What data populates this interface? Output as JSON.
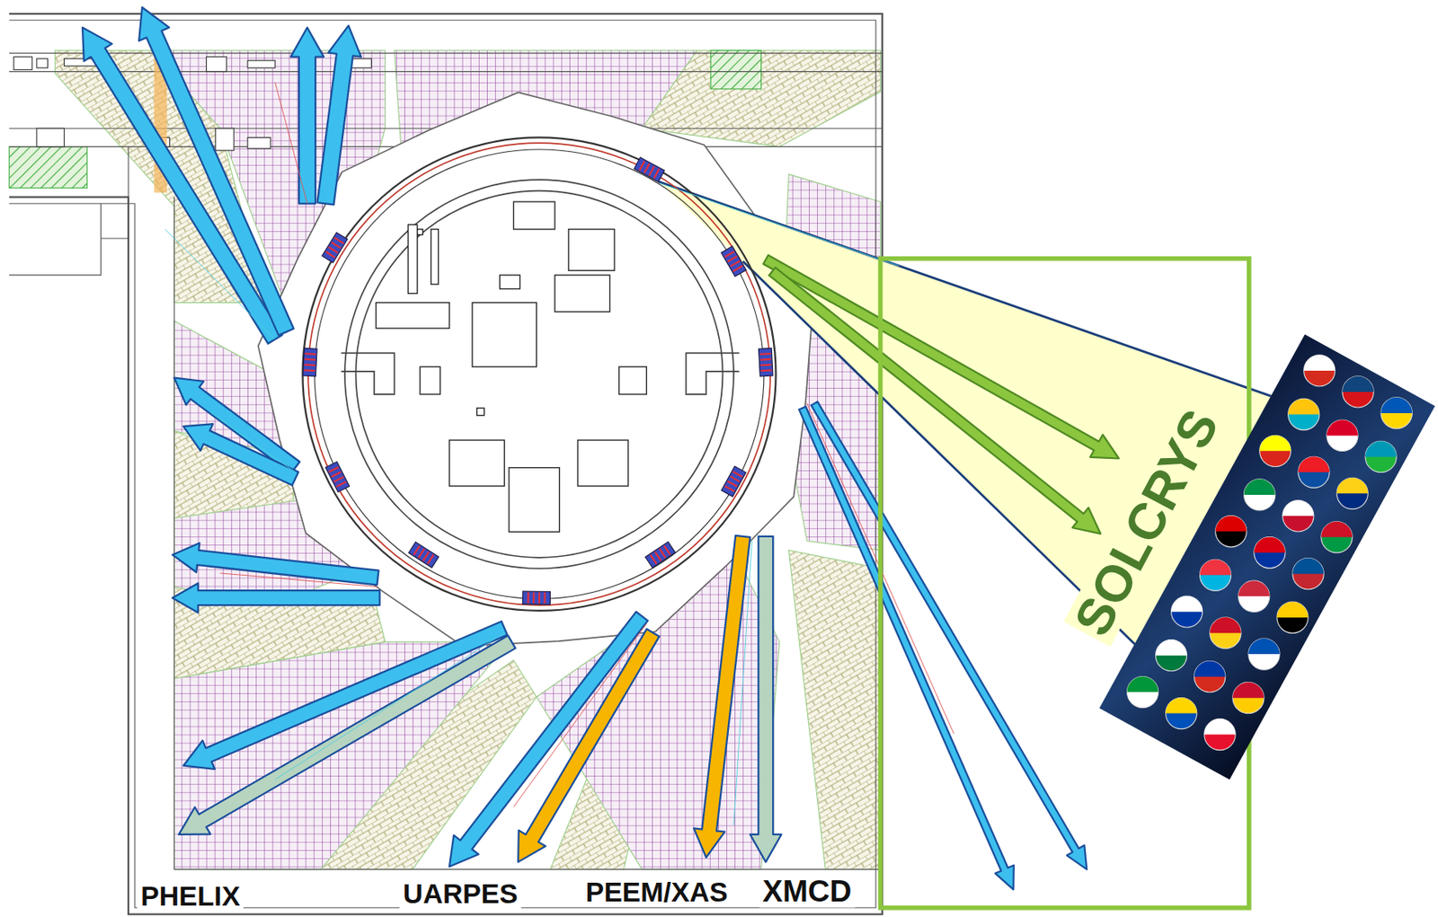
{
  "diagram": {
    "labels": [
      "SOLCRYS",
      "PHELIX",
      "UARPES",
      "PEEM/XAS",
      "XMCD"
    ]
  }
}
